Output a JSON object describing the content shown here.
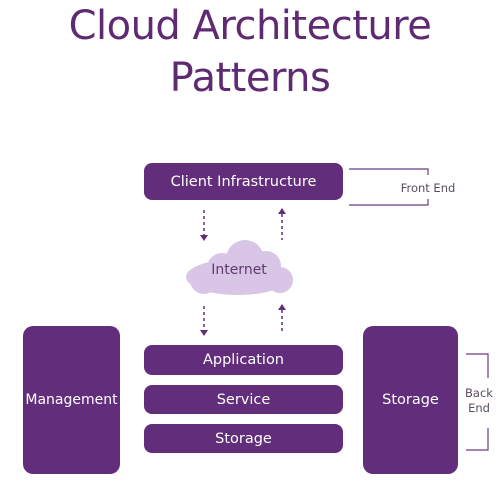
{
  "title": {
    "line1": "Cloud Architecture",
    "line2": "Patterns"
  },
  "nodes": {
    "client": "Client Infrastructure",
    "internet": "Internet",
    "application": "Application",
    "service": "Service",
    "storage_stack": "Storage",
    "management": "Management",
    "storage_side": "Storage"
  },
  "brackets": {
    "front_end": "Front End",
    "back_end_line1": "Back",
    "back_end_line2": "End"
  },
  "colors": {
    "primary": "#622e7c",
    "cloud": "#d9c6e6",
    "title": "#5e2b73",
    "bracket": "#6a3c84"
  }
}
